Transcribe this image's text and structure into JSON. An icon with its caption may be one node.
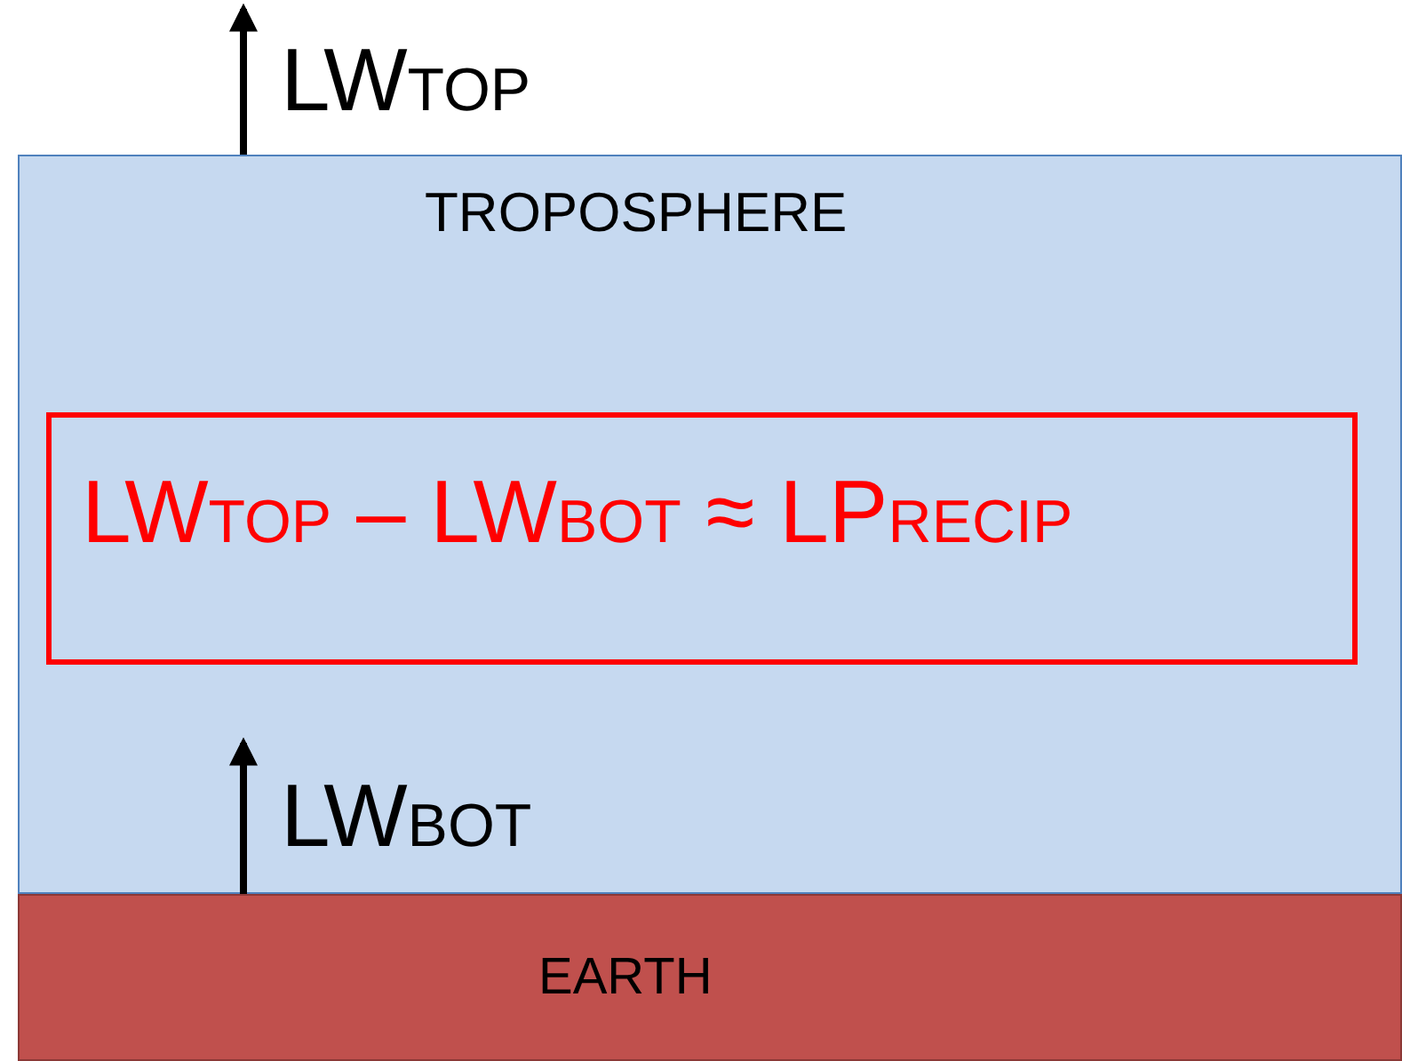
{
  "diagram": {
    "nodes": [
      {
        "text": [
          "TROPOSPHERE"
        ]
      },
      {
        "text": [
          "LW$_{TOP}$ – LW$_{BOT}$ ≈ LP$_{RECIP}$"
        ],
        "in": 0
      },
      {
        "text": [
          "EARTH"
        ]
      }
    ],
    "edges": [
      {
        "from": 0,
        "to": null,
        "arrow": "to"
      },
      {
        "from": 2,
        "to": null,
        "arrow": "to"
      }
    ],
    "labels": [
      "LW$_{TOP}$",
      "LW$_{BOT}$"
    ]
  }
}
